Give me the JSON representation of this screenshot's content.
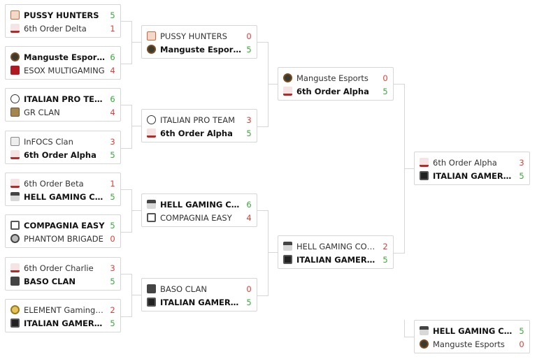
{
  "matches": [
    {
      "id": "r1m1",
      "top": {
        "name": "PUSSY HUNTERS",
        "score": "5",
        "logo": "fox-logo-icon",
        "win": true
      },
      "bottom": {
        "name": "6th Order Delta",
        "score": "1",
        "logo": "sniper-logo-icon",
        "win": false
      }
    },
    {
      "id": "r1m2",
      "top": {
        "name": "Manguste Esports",
        "score": "6",
        "logo": "mongoose-logo-icon",
        "win": true
      },
      "bottom": {
        "name": "ESOX MULTIGAMING",
        "score": "4",
        "logo": "esox-logo-icon",
        "win": false
      }
    },
    {
      "id": "r1m3",
      "top": {
        "name": "ITALIAN PRO TEAM",
        "score": "6",
        "logo": "ipt-logo-icon",
        "win": true
      },
      "bottom": {
        "name": "GR CLAN",
        "score": "4",
        "logo": "gr-clan-logo-icon",
        "win": false
      }
    },
    {
      "id": "r1m4",
      "top": {
        "name": "InFOCS Clan",
        "score": "3",
        "logo": "infocs-logo-icon",
        "win": false
      },
      "bottom": {
        "name": "6th Order Alpha",
        "score": "5",
        "logo": "sniper-logo-icon",
        "win": true
      }
    },
    {
      "id": "r1m5",
      "top": {
        "name": "6th Order Beta",
        "score": "1",
        "logo": "sniper-logo-icon",
        "win": false
      },
      "bottom": {
        "name": "HELL GAMING COMMUNITY",
        "score": "5",
        "logo": "hell-gaming-logo-icon",
        "win": true
      }
    },
    {
      "id": "r1m6",
      "top": {
        "name": "COMPAGNIA EASY",
        "score": "5",
        "logo": "compagnia-logo-icon",
        "win": true
      },
      "bottom": {
        "name": "PHANTOM BRIGADE",
        "score": "0",
        "logo": "phantom-logo-icon",
        "win": false
      }
    },
    {
      "id": "r1m7",
      "top": {
        "name": "6th Order Charlie",
        "score": "3",
        "logo": "sniper-logo-icon",
        "win": false
      },
      "bottom": {
        "name": "BASO CLAN",
        "score": "5",
        "logo": "baso-logo-icon",
        "win": true
      }
    },
    {
      "id": "r1m8",
      "top": {
        "name": "ELEMENT Gaming Team",
        "score": "2",
        "logo": "element-logo-icon",
        "win": false
      },
      "bottom": {
        "name": "ITALIAN GAMERS TEAM",
        "score": "5",
        "logo": "italian-gamers-logo-icon",
        "win": true
      }
    },
    {
      "id": "r2m1",
      "top": {
        "name": "PUSSY HUNTERS",
        "score": "0",
        "logo": "fox-logo-icon",
        "win": false
      },
      "bottom": {
        "name": "Manguste Esports",
        "score": "5",
        "logo": "mongoose-logo-icon",
        "win": true
      }
    },
    {
      "id": "r2m2",
      "top": {
        "name": "ITALIAN PRO TEAM",
        "score": "3",
        "logo": "ipt-logo-icon",
        "win": false
      },
      "bottom": {
        "name": "6th Order Alpha",
        "score": "5",
        "logo": "sniper-logo-icon",
        "win": true
      }
    },
    {
      "id": "r2m3",
      "top": {
        "name": "HELL GAMING COMMUNITY",
        "score": "6",
        "logo": "hell-gaming-logo-icon",
        "win": true
      },
      "bottom": {
        "name": "COMPAGNIA EASY",
        "score": "4",
        "logo": "compagnia-logo-icon",
        "win": false
      }
    },
    {
      "id": "r2m4",
      "top": {
        "name": "BASO CLAN",
        "score": "0",
        "logo": "baso-logo-icon",
        "win": false
      },
      "bottom": {
        "name": "ITALIAN GAMERS TEAM",
        "score": "5",
        "logo": "italian-gamers-logo-icon",
        "win": true
      }
    },
    {
      "id": "r3m1",
      "top": {
        "name": "Manguste Esports",
        "score": "0",
        "logo": "mongoose-logo-icon",
        "win": false
      },
      "bottom": {
        "name": "6th Order Alpha",
        "score": "5",
        "logo": "sniper-logo-icon",
        "win": true
      }
    },
    {
      "id": "r3m2",
      "top": {
        "name": "HELL GAMING COMMUNITY",
        "score": "2",
        "logo": "hell-gaming-logo-icon",
        "win": false
      },
      "bottom": {
        "name": "ITALIAN GAMERS TEAM",
        "score": "5",
        "logo": "italian-gamers-logo-icon",
        "win": true
      }
    },
    {
      "id": "final",
      "top": {
        "name": "6th Order Alpha",
        "score": "3",
        "logo": "sniper-logo-icon",
        "win": false
      },
      "bottom": {
        "name": "ITALIAN GAMERS TEAM",
        "score": "5",
        "logo": "italian-gamers-logo-icon",
        "win": true
      }
    },
    {
      "id": "third",
      "top": {
        "name": "HELL GAMING COMMUNITY",
        "score": "5",
        "logo": "hell-gaming-logo-icon",
        "win": true
      },
      "bottom": {
        "name": "Manguste Esports",
        "score": "0",
        "logo": "mongoose-logo-icon",
        "win": false
      }
    }
  ],
  "colors": {
    "win": "#3aa83a",
    "lose": "#d9413a",
    "border": "#d6d6d6"
  }
}
